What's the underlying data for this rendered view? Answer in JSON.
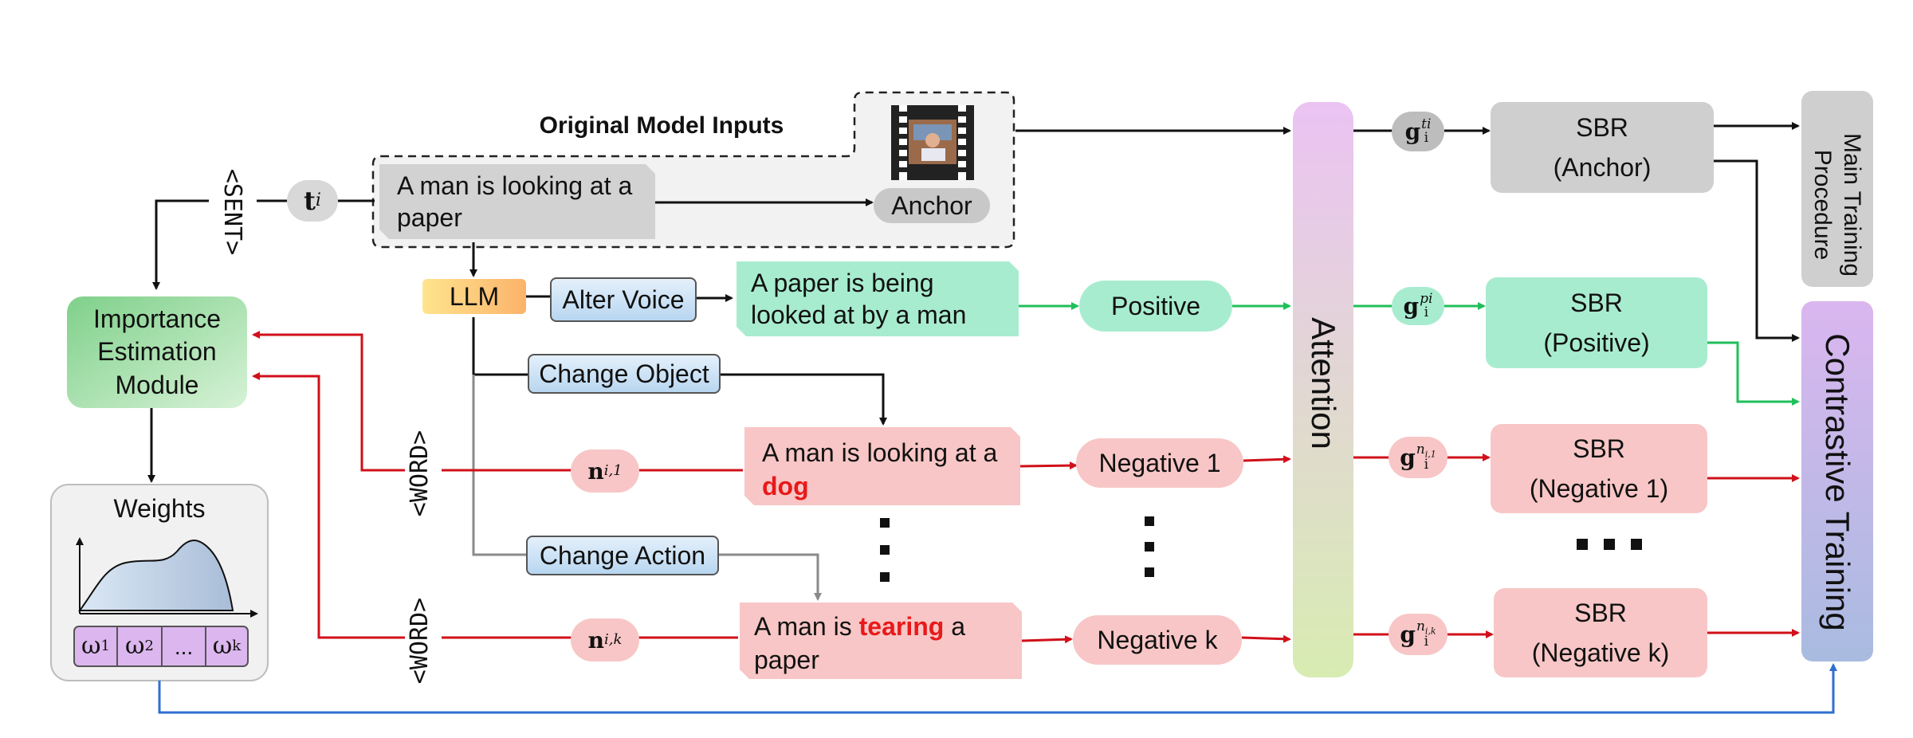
{
  "title": "Original Model Inputs",
  "sent_tag": "<SENT>",
  "word_tag": "<WORD>",
  "t_symbol": "t",
  "t_sub": "i",
  "caption_original": "A man is looking at a paper",
  "anchor": "Anchor",
  "llm": "LLM",
  "ops": {
    "alter_voice": "Alter Voice",
    "change_object": "Change Object",
    "change_action": "Change Action"
  },
  "caption_positive": "A paper is being looked at by a man",
  "caption_neg1": {
    "pre": "A man is looking at a ",
    "hl": "dog",
    "post": ""
  },
  "caption_negk": {
    "pre": "A man is ",
    "hl": "tearing",
    "post": " a paper"
  },
  "n1_sym": {
    "base": "n",
    "sub": "i,1"
  },
  "nk_sym": {
    "base": "n",
    "sub": "i,k"
  },
  "positive": "Positive",
  "negative1": "Negative 1",
  "negativek": "Negative k",
  "attention": "Attention",
  "g_syms": {
    "anchor": {
      "base": "g",
      "sub": "i",
      "sup": "ti"
    },
    "positive": {
      "base": "g",
      "sub": "i",
      "sup": "pi"
    },
    "neg1": {
      "base": "g",
      "sub": "i",
      "sup": "n",
      "supsub": "i,1"
    },
    "negk": {
      "base": "g",
      "sub": "i",
      "sup": "n",
      "supsub": "i,k"
    }
  },
  "sbr": {
    "anchor": {
      "l1": "SBR",
      "l2": "(Anchor)"
    },
    "positive": {
      "l1": "SBR",
      "l2": "(Positive)"
    },
    "neg1": {
      "l1": "SBR",
      "l2": "(Negative 1)"
    },
    "negk": {
      "l1": "SBR",
      "l2": "(Negative k)"
    }
  },
  "main_training": "Main Training Procedure",
  "contrastive": "Contrastive Training",
  "importance": "Importance Estimation Module",
  "weights": {
    "title": "Weights",
    "cells": [
      "ω",
      "ω",
      "...",
      "ω"
    ],
    "subs": [
      "1",
      "2",
      "",
      "k"
    ]
  },
  "colors": {
    "red": "#d0101a",
    "green": "#1fbf5a",
    "blue": "#2f6fd0",
    "gray": "#8a8a8a",
    "pink": "#f8c6c6",
    "mint": "#a8ecd0",
    "sbr_gray": "#cfcfcf",
    "llm_gradient": [
      "#ffe08a",
      "#fbb870"
    ],
    "attention_gradient": [
      "#e8c4f0",
      "#d6ecb4"
    ],
    "contrastive_gradient": [
      "#d9b7ee",
      "#aab9de"
    ]
  },
  "icons": [
    "film-strip-icon",
    "distribution-curve-icon"
  ]
}
